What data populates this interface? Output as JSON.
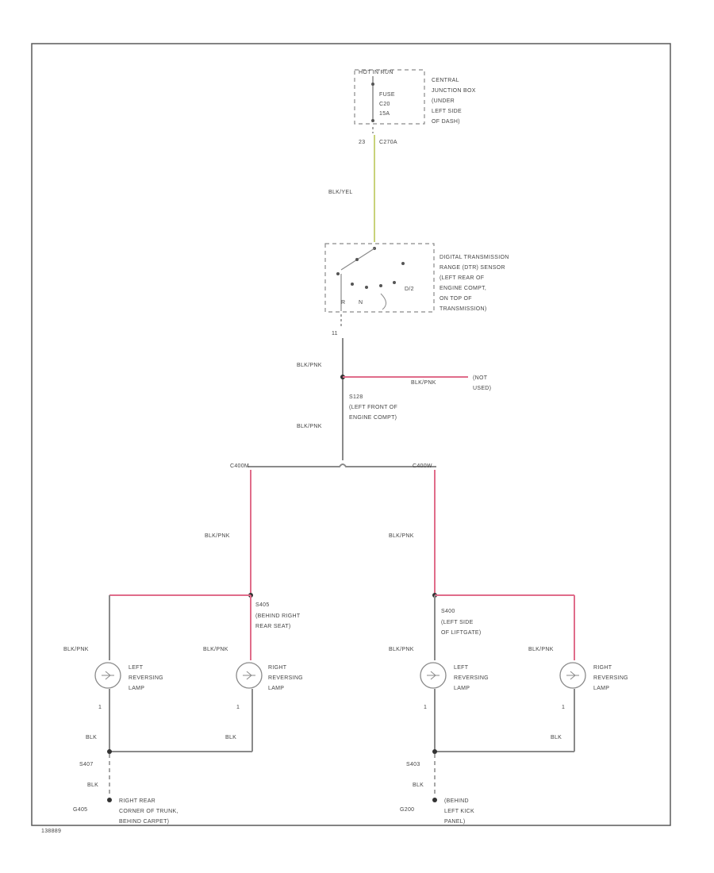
{
  "colors": {
    "frame": "#5a5a5a",
    "wire_black": "#8a8a8a",
    "wire_yellow": "#c8d27a",
    "wire_pink": "#e06c8a",
    "text": "#444444"
  },
  "top_fuse": {
    "header": "HOT IN RUN",
    "fuse_lines": [
      "FUSE",
      "C20",
      "15A"
    ],
    "location": [
      "CENTRAL",
      "JUNCTION BOX",
      "(UNDER",
      "LEFT SIDE",
      "OF DASH)"
    ],
    "pin": "23",
    "connector": "C270A",
    "wire": "BLK/YEL"
  },
  "sensor": {
    "label": [
      "DIGITAL TRANSMISSION",
      "RANGE (DTR) SENSOR",
      "(LEFT REAR OF",
      "ENGINE COMPT,",
      "ON TOP OF",
      "TRANSMISSION)"
    ],
    "position": "D/2",
    "contact_letters": [
      "R",
      "N"
    ],
    "pin": "11",
    "wire_out": "BLK/PNK"
  },
  "splice": {
    "id": "S128",
    "location": [
      "(LEFT FRONT OF",
      "ENGINE COMPT)"
    ],
    "wire_below": "BLK/PNK",
    "branch_wire": "BLK/PNK",
    "branch_end": [
      "(NOT",
      "USED)"
    ]
  },
  "branches": {
    "left_connector": "C400M",
    "right_connector": "C400W",
    "left_wire": "BLK/PNK",
    "right_wire": "BLK/PNK"
  },
  "left_group": {
    "splice_id": "S405",
    "splice_location": [
      "(BEHIND RIGHT",
      "REAR SEAT)"
    ],
    "lamp1_wire": "BLK/PNK",
    "lamp1_label": [
      "LEFT",
      "REVERSING",
      "LAMP"
    ],
    "lamp1_pin": "1",
    "lamp1_ground_wire": "BLK",
    "lamp2_wire": "BLK/PNK",
    "lamp2_label": [
      "RIGHT",
      "REVERSING",
      "LAMP"
    ],
    "lamp2_pin": "1",
    "lamp2_ground_wire": "BLK",
    "ground_splice": "S407",
    "ground_wire": "BLK",
    "ground_id": "G405",
    "ground_location": [
      "RIGHT REAR",
      "CORNER OF TRUNK,",
      "BEHIND CARPET)"
    ]
  },
  "right_group": {
    "splice_id": "S400",
    "splice_location": [
      "(LEFT SIDE",
      "OF LIFTGATE)"
    ],
    "lamp1_wire": "BLK/PNK",
    "lamp1_label": [
      "LEFT",
      "REVERSING",
      "LAMP"
    ],
    "lamp1_pin": "1",
    "lamp2_wire": "BLK/PNK",
    "lamp2_label": [
      "RIGHT",
      "REVERSING",
      "LAMP"
    ],
    "lamp2_pin": "1",
    "lamp2_ground_wire": "BLK",
    "ground_splice": "S403",
    "ground_wire": "BLK",
    "ground_id": "G200",
    "ground_location": [
      "(BEHIND",
      "LEFT KICK",
      "PANEL)"
    ]
  },
  "footer_code": "138889"
}
